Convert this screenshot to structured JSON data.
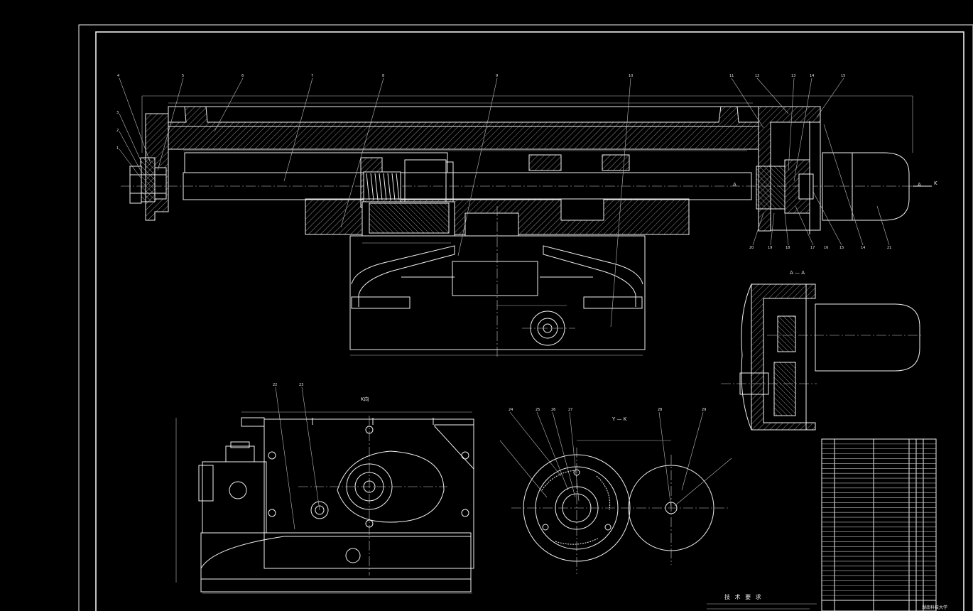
{
  "sheet": {
    "k_view_title": "K向",
    "section_title": "A — A",
    "detail_title": "Y — K",
    "view_letter_a": "A",
    "view_letter_k": "K",
    "tech_req_title": "技 术 要 求",
    "school_name": "湖南科技大学"
  },
  "balloons": {
    "main_top": [
      "4",
      "5",
      "6",
      "7",
      "8",
      "9",
      "10",
      "11",
      "12",
      "13",
      "14",
      "15"
    ],
    "main_left": [
      "3",
      "2",
      "1"
    ],
    "main_bottom": [
      "20",
      "19",
      "18",
      "17",
      "16",
      "15",
      "14",
      "21"
    ],
    "k_view": [
      "22",
      "23"
    ],
    "detail": [
      "24",
      "25",
      "26",
      "27",
      "28",
      "29"
    ]
  },
  "bom_rows": 33,
  "colors": {
    "line": "#f0f0f0",
    "background": "#000000"
  }
}
